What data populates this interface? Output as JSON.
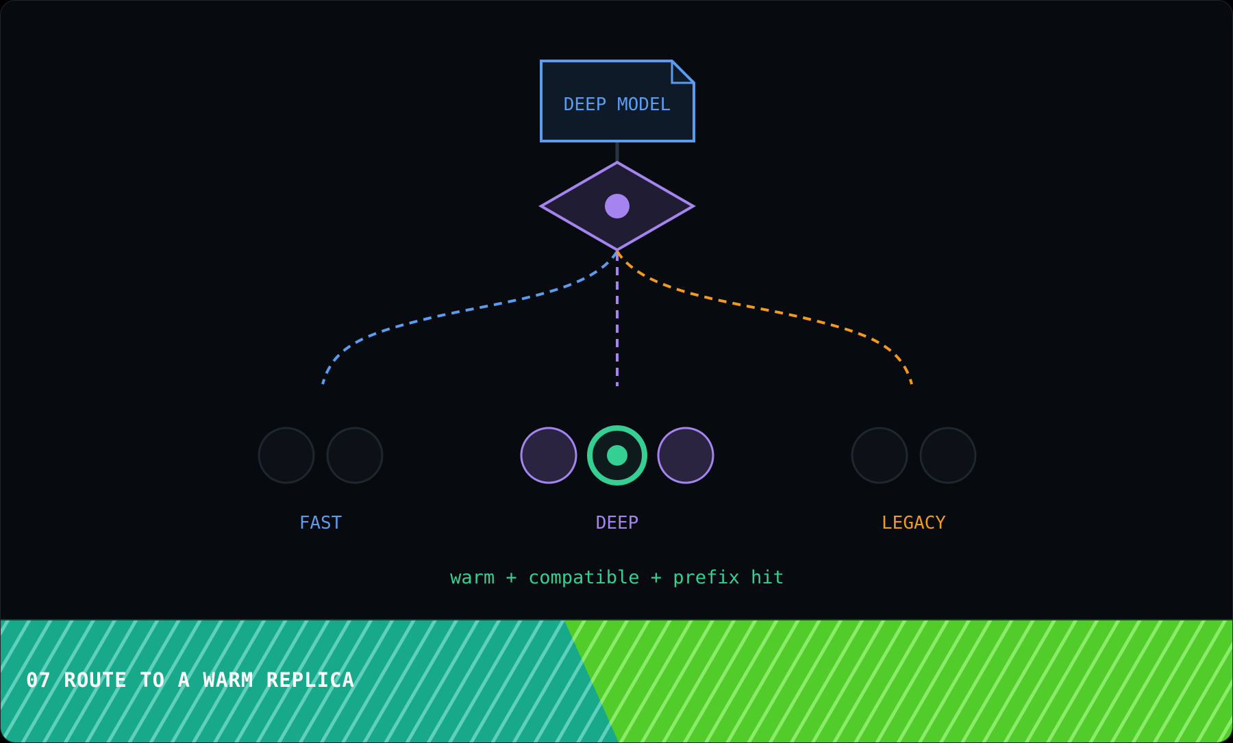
{
  "model_box": {
    "label": "DEEP MODEL"
  },
  "groups": [
    {
      "id": "fast",
      "label": "FAST",
      "color": "#5b9cee"
    },
    {
      "id": "deep",
      "label": "DEEP",
      "color": "#a584f0"
    },
    {
      "id": "legacy",
      "label": "LEGACY",
      "color": "#f19a1e"
    }
  ],
  "caption": "warm + compatible + prefix hit",
  "footer": {
    "title": "07 ROUTE TO A WARM REPLICA"
  },
  "colors": {
    "background": "#070a0e",
    "selected_replica": "#35cf94",
    "footer_left": "#18a88a",
    "footer_right": "#52cc2a"
  }
}
